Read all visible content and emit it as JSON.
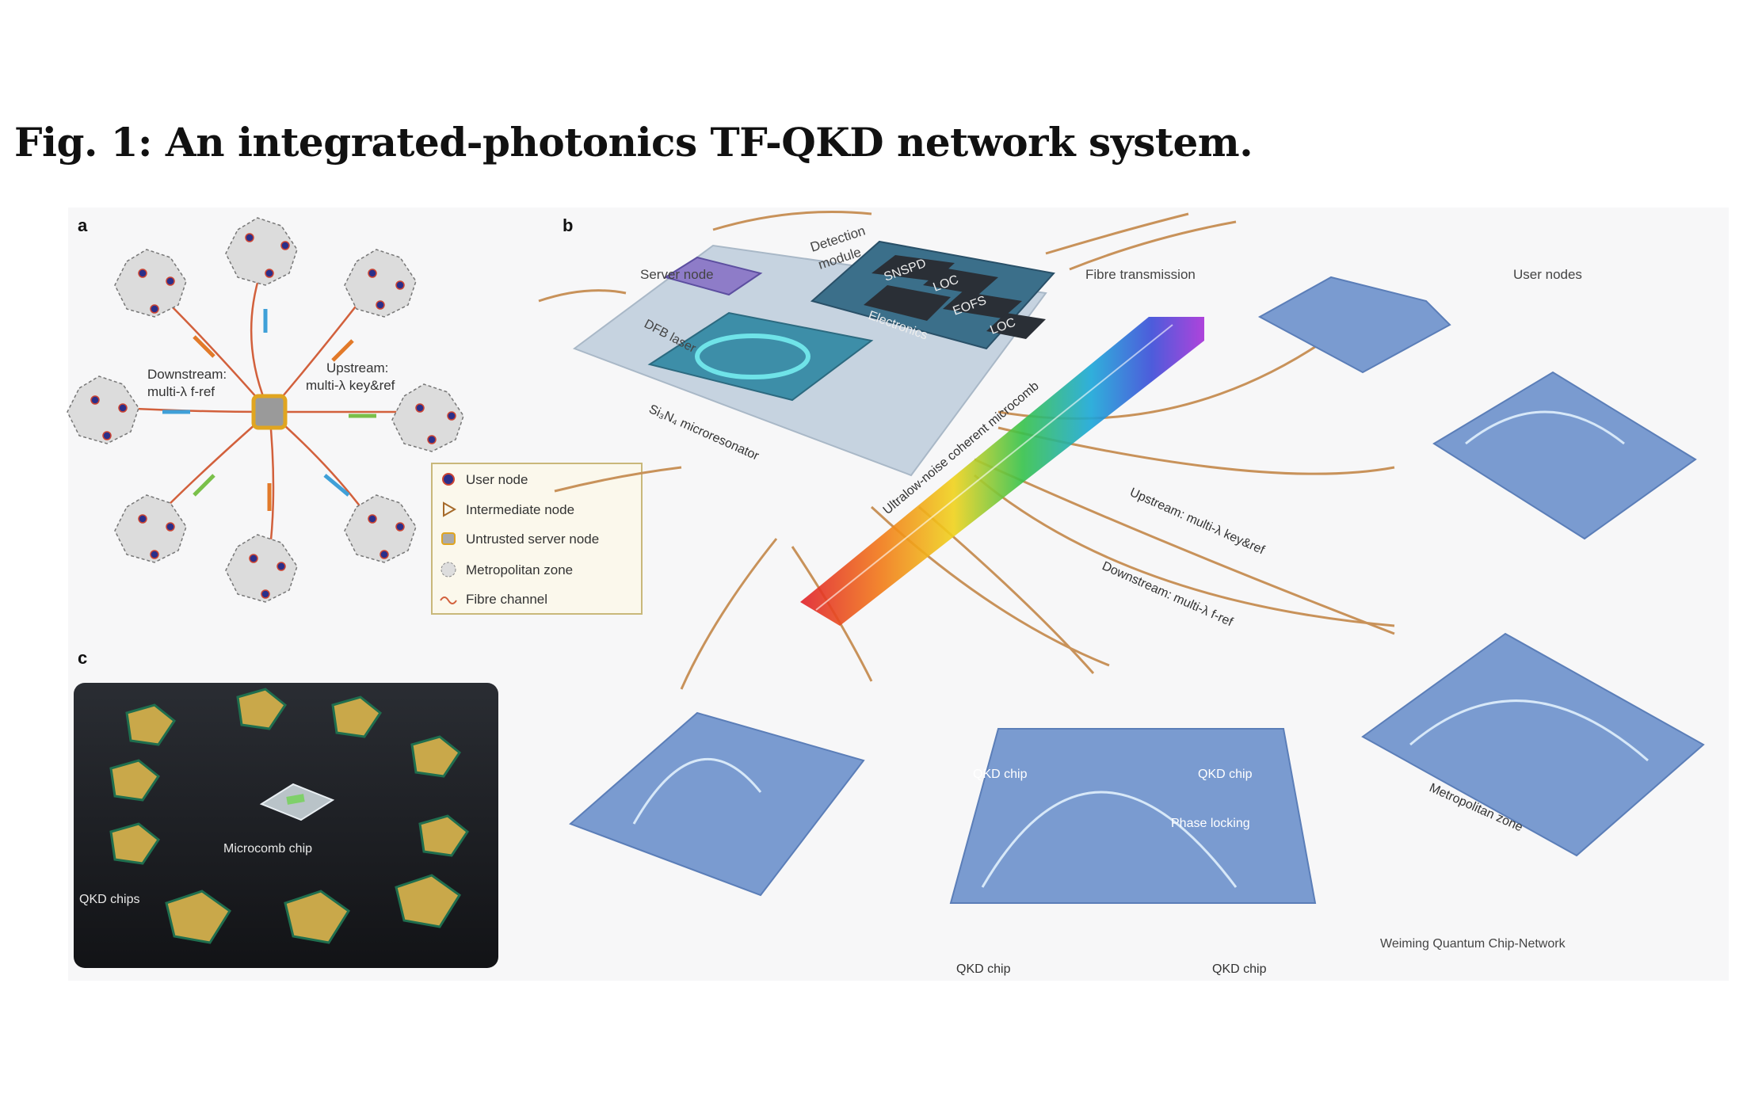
{
  "figure": {
    "title": "Fig. 1: An integrated-photonics TF-QKD network system."
  },
  "panel_a": {
    "letter": "a",
    "downstream_line1": "Downstream:",
    "downstream_line2": "multi-λ f-ref",
    "upstream_line1": "Upstream:",
    "upstream_line2": "multi-λ key&ref",
    "legend": {
      "user_node": "User node",
      "intermediate_node": "Intermediate node",
      "untrusted_server_node": "Untrusted server node",
      "metropolitan_zone": "Metropolitan zone",
      "fibre_channel": "Fibre channel"
    }
  },
  "panel_b": {
    "letter": "b",
    "server_node": "Server node",
    "detection_module_line1": "Detection",
    "detection_module_line2": "module",
    "snspd": "SNSPD",
    "loc": "LOC",
    "eofs": "EOFS",
    "loc2": "LOC",
    "electronics": "Electronics",
    "dfb_laser": "DFB laser",
    "microresonator": "Si₃N₄ microresonator",
    "microcomb": "Ultralow-noise coherent microcomb",
    "fibre_transmission": "Fibre transmission",
    "user_nodes": "User nodes",
    "upstream": "Upstream: multi-λ key&ref",
    "downstream": "Downstream: multi-λ f-ref",
    "qkd_chip_1": "QKD chip",
    "qkd_chip_2": "QKD chip",
    "qkd_chip_3": "QKD chip",
    "qkd_chip_4": "QKD chip",
    "phase_locking": "Phase locking",
    "metropolitan_zone": "Metropolitan zone",
    "network_name": "Weiming Quantum Chip-Network"
  },
  "panel_c": {
    "letter": "c",
    "microcomb_chip": "Microcomb chip",
    "qkd_chips": "QKD chips"
  },
  "colors": {
    "fibre": "#c8925a",
    "city": "#6a8cc2",
    "photo_bg": "#1c1e22",
    "pcb_gold": "#c9a84a",
    "pcb_green": "#1f6e4e"
  }
}
